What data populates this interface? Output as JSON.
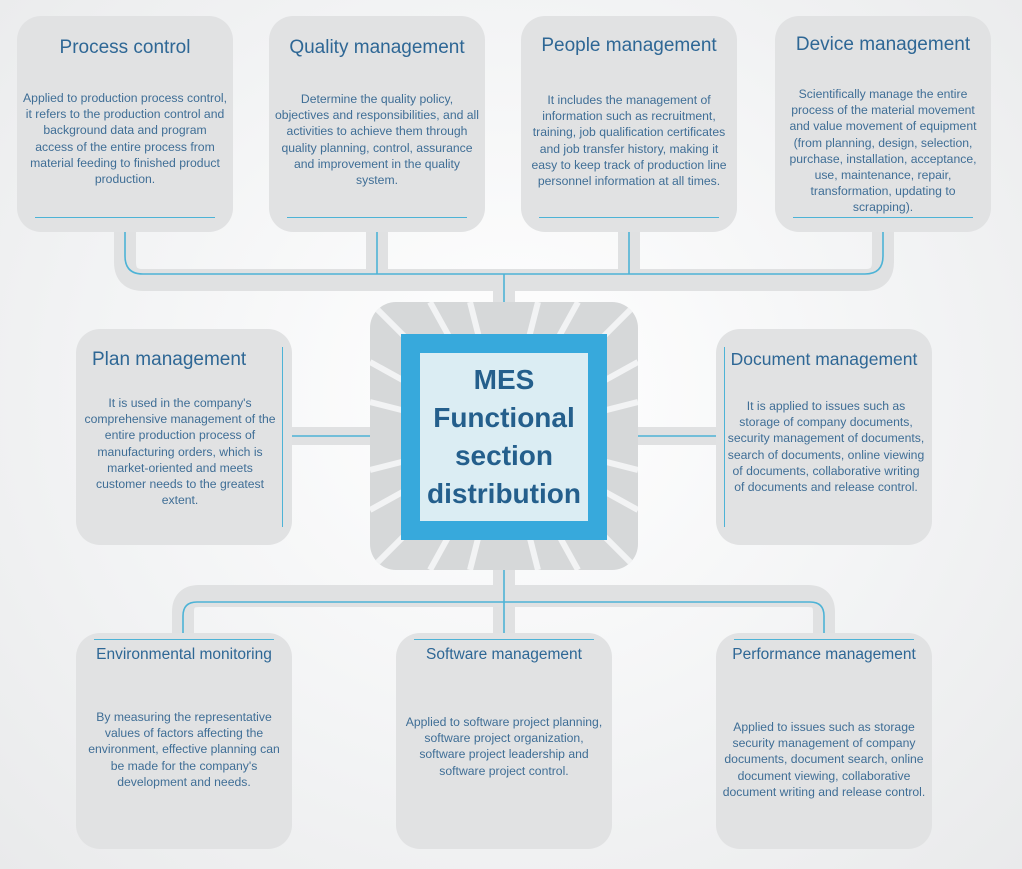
{
  "center": {
    "lines": [
      "MES",
      "Functional",
      "section",
      "distribution"
    ]
  },
  "cards": {
    "process_control": {
      "title": "Process control",
      "description": "Applied to production process control, it refers to the production control and background data and program access of the entire process from material feeding to finished product production."
    },
    "quality_management": {
      "title": "Quality management",
      "description": "Determine the quality policy, objectives and responsibilities, and all activities to achieve them through quality planning, control, assurance and improvement in the quality system."
    },
    "people_management": {
      "title": "People management",
      "description": "It includes the management of information such as recruitment, training, job qualification certificates and job transfer history, making it easy to keep track of production line personnel information at all times."
    },
    "device_management": {
      "title": "Device management",
      "description": "Scientifically manage the entire process of the material movement and value movement of equipment (from planning, design, selection, purchase, installation, acceptance, use, maintenance, repair, transformation, updating to scrapping)."
    },
    "plan_management": {
      "title": "Plan management",
      "description": "It is used in the company's comprehensive management of the entire production process of manufacturing orders, which is market-oriented and meets customer needs to the greatest extent."
    },
    "document_management": {
      "title": "Document management",
      "description": "It is applied to issues such as storage of company documents, security management of documents, search of documents, online viewing of documents, collaborative writing of documents and release control."
    },
    "environmental_monitoring": {
      "title": "Environmental monitoring",
      "description": "By measuring the representative values of factors affecting the environment, effective planning can be made for the company's development and needs."
    },
    "software_management": {
      "title": "Software management",
      "description": "Applied to software project planning, software project organization, software project leadership and software project control."
    },
    "performance_management": {
      "title": "Performance management",
      "description": "Applied to issues such as storage security management of company documents, document search, online document viewing, collaborative document writing and release control."
    }
  },
  "colors": {
    "card_bg": "#e1e2e3",
    "accent_line": "#4db3d6",
    "title_text": "#2e6795",
    "center_box": "#37a9dc",
    "center_inner": "#dbedf3"
  }
}
